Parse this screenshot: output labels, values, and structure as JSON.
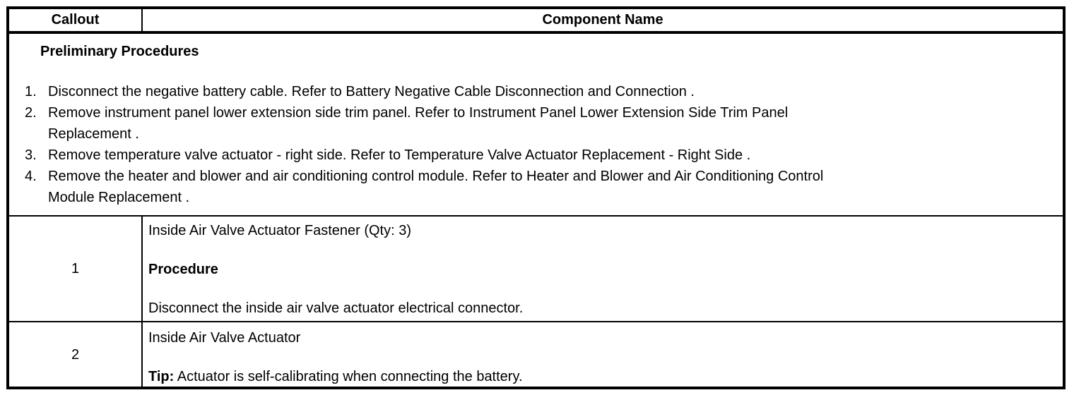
{
  "colors": {
    "border": "#000000",
    "text": "#000000",
    "background": "#ffffff"
  },
  "header": {
    "callout_label": "Callout",
    "component_label": "Component Name"
  },
  "preliminary": {
    "title": "Preliminary Procedures",
    "steps": [
      {
        "num": "1.",
        "lines": [
          "Disconnect the negative battery cable. Refer to Battery Negative Cable Disconnection and Connection ."
        ]
      },
      {
        "num": "2.",
        "lines": [
          "Remove instrument panel lower extension side trim panel. Refer to Instrument Panel Lower Extension Side Trim Panel",
          "Replacement ."
        ]
      },
      {
        "num": "3.",
        "lines": [
          "Remove temperature valve actuator - right side. Refer to Temperature Valve Actuator Replacement - Right Side ."
        ]
      },
      {
        "num": "4.",
        "lines": [
          "Remove the heater and blower and air conditioning control module. Refer to Heater and Blower and Air Conditioning Control",
          "Module Replacement ."
        ]
      }
    ]
  },
  "rows": [
    {
      "callout": "1",
      "component_name": "Inside Air Valve Actuator Fastener (Qty: 3)",
      "subheading": "Procedure",
      "detail": "Disconnect the inside air valve actuator electrical connector."
    },
    {
      "callout": "2",
      "component_name": "Inside Air Valve Actuator",
      "tip_label": "Tip:",
      "tip_text": " Actuator is self-calibrating when connecting the battery."
    }
  ]
}
